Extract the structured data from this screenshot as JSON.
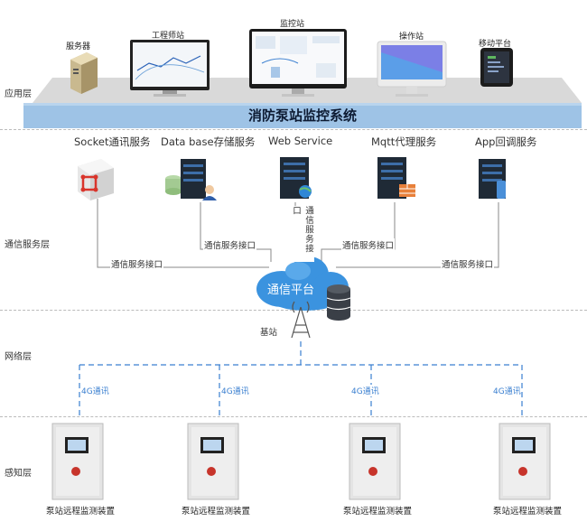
{
  "layers": {
    "application": "应用层",
    "communication_service": "通信服务层",
    "network": "网络层",
    "perception": "感知层"
  },
  "application_layer": {
    "banner_title": "消防泵站监控系统",
    "devices": [
      "服务器",
      "工程师站",
      "监控站",
      "操作站",
      "移动平台"
    ]
  },
  "services": [
    "Socket通讯服务",
    "Data base存储服务",
    "Web Service",
    "Mqtt代理服务",
    "App回调服务"
  ],
  "interfaces": {
    "left_outer": "通信服务接口",
    "left_inner": "通信服务接口",
    "center_vertical": "通信服务接口",
    "right_inner": "通信服务接口",
    "right_outer": "通信服务接口"
  },
  "cloud_label": "通信平台",
  "base_station": "基站",
  "network_links": [
    "4G通讯",
    "4G通讯",
    "4G通讯",
    "4G通讯"
  ],
  "field_devices": [
    "泵站远程监测装置",
    "泵站远程监测装置",
    "泵站远程监测装置",
    "泵站远程监测装置"
  ],
  "colors": {
    "banner": "#9ec3e6",
    "platform": "#d7d7d7",
    "link_dashed": "#3a7fd0",
    "cloud": "#3b93df"
  }
}
